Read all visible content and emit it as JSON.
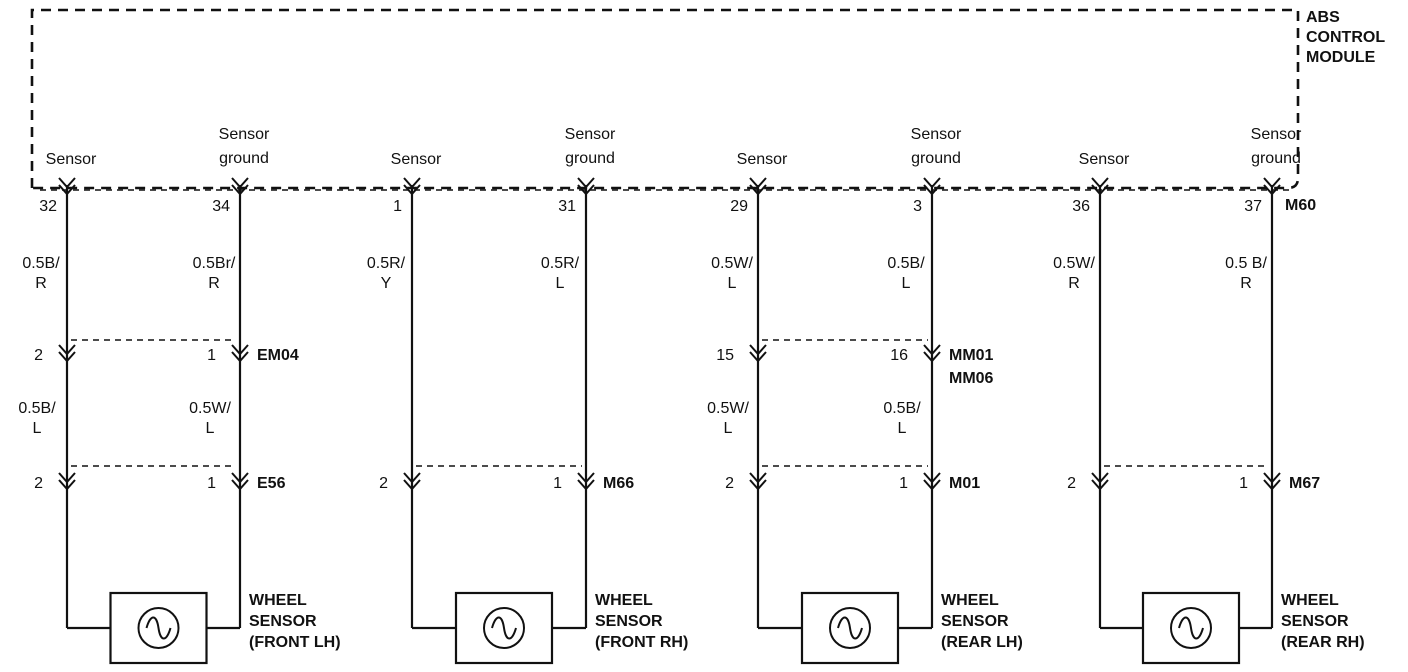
{
  "module": {
    "label_lines": [
      "ABS",
      "CONTROL",
      "MODULE"
    ]
  },
  "module_connector": "M60",
  "circuits": [
    {
      "id": "fl",
      "pins": [
        {
          "role_lines": [
            "Sensor"
          ],
          "pin": "32",
          "wire1": [
            "0.5B/",
            "R"
          ],
          "mid_pin": "2",
          "wire2": [
            "0.5B/",
            "L"
          ],
          "bot_pin": "2"
        },
        {
          "role_lines": [
            "Sensor",
            "ground"
          ],
          "pin": "34",
          "wire1": [
            "0.5Br/",
            "R"
          ],
          "mid_pin": "1",
          "wire2": [
            "0.5W/",
            "L"
          ],
          "bot_pin": "1"
        }
      ],
      "mid_connector": [
        "EM04"
      ],
      "bot_connector": "E56",
      "sensor_label": [
        "WHEEL",
        "SENSOR",
        "(FRONT LH)"
      ]
    },
    {
      "id": "fr",
      "pins": [
        {
          "role_lines": [
            "Sensor"
          ],
          "pin": "1",
          "wire1": [
            "0.5R/",
            "Y"
          ],
          "bot_pin": "2"
        },
        {
          "role_lines": [
            "Sensor",
            "ground"
          ],
          "pin": "31",
          "wire1": [
            "0.5R/",
            "L"
          ],
          "bot_pin": "1"
        }
      ],
      "bot_connector": "M66",
      "sensor_label": [
        "WHEEL",
        "SENSOR",
        "(FRONT RH)"
      ]
    },
    {
      "id": "rl",
      "pins": [
        {
          "role_lines": [
            "Sensor"
          ],
          "pin": "29",
          "wire1": [
            "0.5W/",
            "L"
          ],
          "mid_pin": "15",
          "wire2": [
            "0.5W/",
            "L"
          ],
          "bot_pin": "2"
        },
        {
          "role_lines": [
            "Sensor",
            "ground"
          ],
          "pin": "3",
          "wire1": [
            "0.5B/",
            "L"
          ],
          "mid_pin": "16",
          "wire2": [
            "0.5B/",
            "L"
          ],
          "bot_pin": "1"
        }
      ],
      "mid_connector": [
        "MM01",
        "MM06"
      ],
      "bot_connector": "M01",
      "sensor_label": [
        "WHEEL",
        "SENSOR",
        "(REAR LH)"
      ]
    },
    {
      "id": "rr",
      "pins": [
        {
          "role_lines": [
            "Sensor"
          ],
          "pin": "36",
          "wire1": [
            "0.5W/",
            "R"
          ],
          "bot_pin": "2"
        },
        {
          "role_lines": [
            "Sensor",
            "ground"
          ],
          "pin": "37",
          "wire1": [
            "0.5 B/",
            "R"
          ],
          "bot_pin": "1"
        }
      ],
      "bot_connector": "M67",
      "sensor_label": [
        "WHEEL",
        "SENSOR",
        "(REAR RH)"
      ]
    }
  ]
}
